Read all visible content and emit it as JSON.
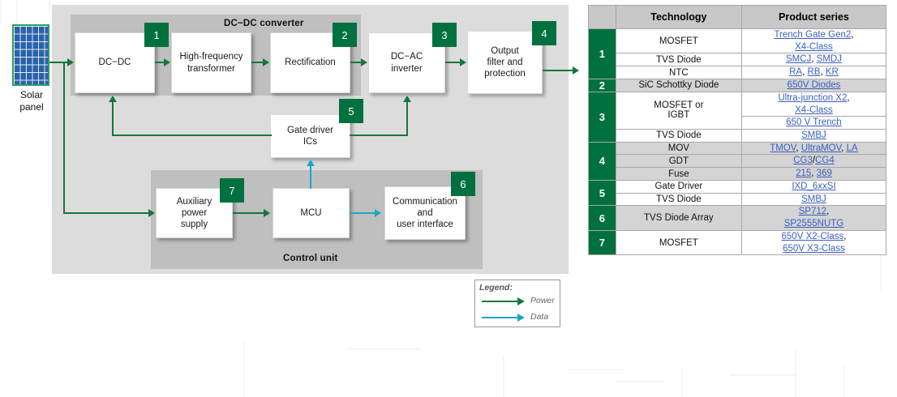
{
  "diagram": {
    "solar_panel": {
      "label": "Solar\npanel",
      "icon": "solar-panel-icon"
    },
    "bands": [
      {
        "id": "dc-dc-converter",
        "title": "DC−DC converter"
      },
      {
        "id": "control-unit",
        "title": "Control unit"
      }
    ],
    "blocks": [
      {
        "id": "dc-dc",
        "label": "DC−DC",
        "badge": "1"
      },
      {
        "id": "hf-transformer",
        "label": "High-frequency\ntransformer",
        "badge": ""
      },
      {
        "id": "rectification",
        "label": "Rectification",
        "badge": "2"
      },
      {
        "id": "dc-ac-inverter",
        "label": "DC−AC\ninverter",
        "badge": "3"
      },
      {
        "id": "output-filter",
        "label": "Output\nfilter and\nprotection",
        "badge": "4"
      },
      {
        "id": "gate-driver-ics",
        "label": "Gate driver\nICs",
        "badge": "5"
      },
      {
        "id": "aux-power-supply",
        "label": "Auxiliary\npower\nsupply",
        "badge": "7"
      },
      {
        "id": "mcu",
        "label": "MCU",
        "badge": ""
      },
      {
        "id": "communication",
        "label": "Communication\nand\nuser interface",
        "badge": "6"
      }
    ],
    "legend": {
      "title": "Legend:",
      "items": [
        {
          "label": "Power",
          "color": "#14773C"
        },
        {
          "label": "Data",
          "color": "#1BA6C8"
        }
      ]
    }
  },
  "table": {
    "headers": [
      "",
      "Technology",
      "Product series"
    ],
    "rows": [
      {
        "num": "1",
        "span": 3,
        "shade": false,
        "tech": "MOSFET",
        "links": [
          "Trench Gate Gen2",
          "X4-Class"
        ],
        "sep": ",",
        "wrap_after": 1
      },
      {
        "num": "",
        "span": 0,
        "shade": false,
        "tech": "TVS Diode",
        "links": [
          "SMCJ",
          "SMDJ"
        ],
        "sep": ", ",
        "wrap_after": 0
      },
      {
        "num": "",
        "span": 0,
        "shade": false,
        "tech": "NTC",
        "links": [
          "RA",
          "RB",
          "KR"
        ],
        "sep": ", ",
        "wrap_after": 0
      },
      {
        "num": "2",
        "span": 1,
        "shade": true,
        "tech": "SiC Schottky Diode",
        "links": [
          "650V Diodes"
        ],
        "sep": "",
        "wrap_after": 0
      },
      {
        "num": "3",
        "span": 3,
        "shade": false,
        "tech": "MOSFET or\nIGBT",
        "links": [
          "Ultra-junction X2",
          "X4-Class"
        ],
        "sep": ",",
        "wrap_after": 1
      },
      {
        "num": "",
        "span": 0,
        "shade": false,
        "tech": "",
        "links": [
          "650 V Trench"
        ],
        "sep": "",
        "wrap_after": 0
      },
      {
        "num": "",
        "span": 0,
        "shade": false,
        "tech": "TVS Diode",
        "links": [
          "SMBJ"
        ],
        "sep": "",
        "wrap_after": 0
      },
      {
        "num": "4",
        "span": 3,
        "shade": true,
        "tech": "MOV",
        "links": [
          "TMOV",
          "UltraMOV",
          "LA"
        ],
        "sep": ", ",
        "wrap_after": 0
      },
      {
        "num": "",
        "span": 0,
        "shade": true,
        "tech": "GDT",
        "links": [
          "CG3",
          "CG4"
        ],
        "sep": "/",
        "wrap_after": 0
      },
      {
        "num": "",
        "span": 0,
        "shade": true,
        "tech": "Fuse",
        "links": [
          "215",
          "369"
        ],
        "sep": ", ",
        "wrap_after": 0
      },
      {
        "num": "5",
        "span": 2,
        "shade": false,
        "tech": "Gate Driver",
        "links": [
          "IXD_6xxSI"
        ],
        "sep": "",
        "wrap_after": 0
      },
      {
        "num": "",
        "span": 0,
        "shade": false,
        "tech": "TVS Diode",
        "links": [
          "SMBJ"
        ],
        "sep": "",
        "wrap_after": 0
      },
      {
        "num": "6",
        "span": 1,
        "shade": true,
        "tech": "TVS Diode Array",
        "links": [
          "SP712",
          "SP2555NUTG"
        ],
        "sep": ",",
        "wrap_after": 1
      },
      {
        "num": "7",
        "span": 1,
        "shade": false,
        "tech": "MOSFET",
        "links": [
          "650V X2-Class",
          "650V X3-Class"
        ],
        "sep": ",",
        "wrap_after": 1
      }
    ]
  },
  "colors": {
    "brand_green": "#00713E",
    "power_arrow": "#14773C",
    "data_arrow": "#1BA6C8",
    "link_blue": "#3b5fc0",
    "band_gray": "#bfbfbf",
    "outer_gray": "#dcdcdc",
    "header_gray": "#c8c8c8",
    "row_shade": "#d4d4d4"
  }
}
